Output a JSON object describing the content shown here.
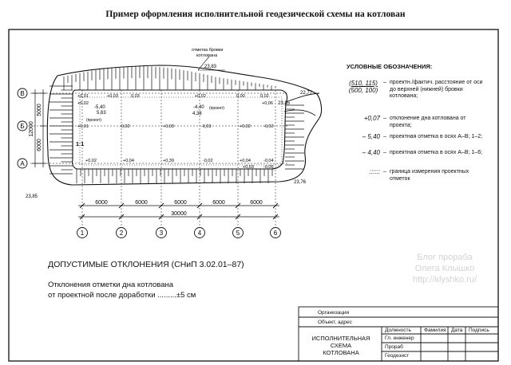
{
  "title": "Пример оформления исполнительной геодезической схемы на котлован",
  "plan": {
    "rows": [
      "В",
      "Б",
      "А"
    ],
    "cols": [
      "1",
      "2",
      "3",
      "4",
      "5",
      "6"
    ],
    "row_dims": [
      "5000",
      "6000"
    ],
    "row_total": "12000",
    "col_dims": [
      "6000",
      "6000",
      "6000",
      "6000",
      "6000"
    ],
    "col_total": "30000",
    "callout_text": [
      "отметка бровки",
      "котлована"
    ],
    "callout_value": "23,83",
    "slope": "1:1",
    "elev_left_bottom": "23,85",
    "elev_right_bottom": "23,76",
    "elev_right_mid": "23,85",
    "elev_right_top": "22,77",
    "proj_mark_1_value": "-5,40",
    "proj_mark_1_label": "(проект)",
    "proj_mark_1_fact": "5,63",
    "proj_mark_2_value": "-4,40",
    "proj_mark_2_label": "(проект)",
    "proj_mark_2_fact": "4,38",
    "row_b_top": [
      "+0,01",
      "+0,03",
      "0,03",
      "+0,02",
      "0,00",
      "0,02"
    ],
    "row_b_under": [
      "+0,02",
      "+0,06"
    ],
    "row_mid": [
      "+0,01",
      "-0,02",
      "+0,03",
      "-0,03",
      "+0,02",
      "-0,02"
    ],
    "row_a": [
      "+0,02",
      "+0,04",
      "+0,39",
      "-0,02",
      "+0,04",
      "-0,04"
    ],
    "row_lower": [
      "+0,03",
      "-0,06"
    ]
  },
  "legend": {
    "title": "УСЛОВНЫЕ ОБОЗНАЧЕНИЯ:",
    "items": [
      {
        "sym_top": "(510, 115)",
        "sym_bottom": "(500, 100)",
        "dash": "–",
        "text": "проектн./фактич. расстояние от оси до верхней (нижней) бровки котлована;"
      },
      {
        "sym": "+0,07",
        "dash": "–",
        "text": "отклонение дна котлована от проекта;"
      },
      {
        "sym": "– 5,40",
        "dash": "–",
        "text": "проектная отметка в осях А–В; 1–2;"
      },
      {
        "sym": "– 4,40",
        "dash": "–",
        "text": "проектная отметка в осях А–В; 1–6;"
      },
      {
        "sym": "::::::",
        "dash": "–",
        "text": "граница измерения проектных отметок"
      }
    ]
  },
  "tolerance": {
    "title": "ДОПУСТИМЫЕ ОТКЛОНЕНИЯ (СНиП 3.02.01–87)",
    "line1": "Отклонения отметки дна котлована",
    "line2": "от проектной после доработки .........±5 см"
  },
  "watermark": [
    "Блог прораба",
    "Олега Клышко",
    "http://klyshko.ru/"
  ],
  "title_block": {
    "org": "Организация",
    "object": "Объект, адрес",
    "name": [
      "ИСПОЛНИТЕЛЬНАЯ",
      "СХЕМА",
      "КОТЛОВАНА"
    ],
    "headers": [
      "Должность",
      "Фамилия",
      "Дата",
      "Подпись"
    ],
    "roles": [
      "Гл. инженер",
      "Прораб",
      "Геодезист"
    ]
  }
}
